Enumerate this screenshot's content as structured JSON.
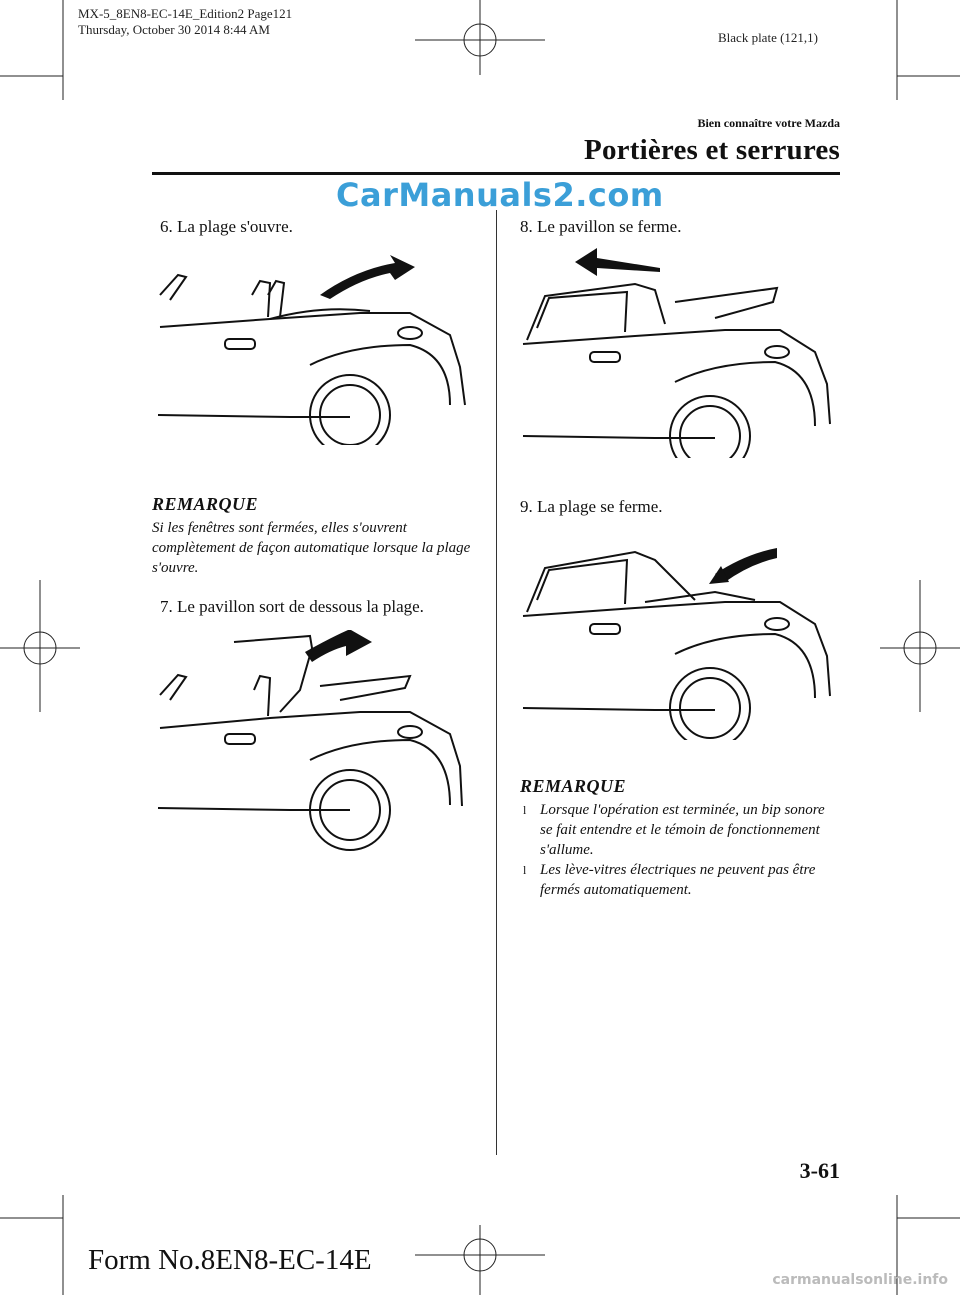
{
  "print_header": {
    "file_line": "MX-5_8EN8-EC-14E_Edition2 Page121",
    "date_line": "Thursday, October 30 2014 8:44 AM",
    "plate": "Black plate (121,1)"
  },
  "section": {
    "kicker": "Bien connaître votre Mazda",
    "title": "Portières et serrures"
  },
  "watermark": "CarManuals2.com",
  "left_column": {
    "step6": "6. La plage s'ouvre.",
    "note1_title": "REMARQUE",
    "note1_text": "Si les fenêtres sont fermées, elles s'ouvrent complètement de façon automatique lorsque la plage s'ouvre.",
    "step7": "7. Le pavillon sort de dessous la plage."
  },
  "right_column": {
    "step8": "8. Le pavillon se ferme.",
    "step9": "9. La plage se ferme.",
    "note2_title": "REMARQUE",
    "note2_items": [
      "Lorsque l'opération est terminée, un bip sonore se fait entendre et le témoin de fonctionnement s'allume.",
      "Les lève-vitres électriques ne peuvent pas être fermés automatiquement."
    ]
  },
  "footer": {
    "page_number": "3-61",
    "form_number": "Form No.8EN8-EC-14E",
    "site_watermark": "carmanualsonline.info"
  },
  "icons": {
    "bullet": "l"
  }
}
